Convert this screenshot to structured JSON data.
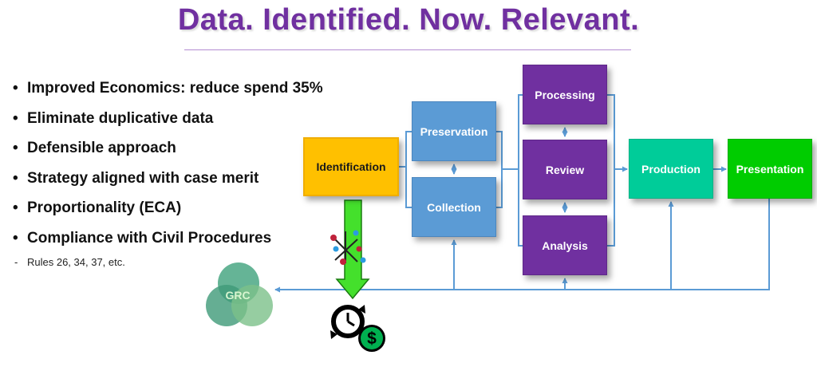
{
  "title": "Data. Identified. Now. Relevant.",
  "bullets": [
    "Improved Economics: reduce spend 35%",
    "Eliminate duplicative data",
    "Defensible approach",
    "Strategy aligned with case merit",
    "Proportionality (ECA)",
    "Compliance with Civil Procedures"
  ],
  "bullet_glyph": "•",
  "sub_dash": "-",
  "sub_bullet": "Rules 26, 34, 37, etc.",
  "stages": {
    "identification": "Identification",
    "preservation": "Preservation",
    "collection": "Collection",
    "processing": "Processing",
    "review": "Review",
    "analysis": "Analysis",
    "production": "Production",
    "presentation": "Presentation"
  },
  "grc_label": "GRC",
  "icons": [
    "green-down-arrow-icon",
    "network-nodes-icon",
    "time-money-icon",
    "grc-venn-icon"
  ],
  "colors": {
    "title": "#7030a0",
    "identification": "#ffc000",
    "preserve_collect": "#5b9bd5",
    "process_review_analysis": "#7030a0",
    "production": "#00cc99",
    "presentation": "#00cc00",
    "connector": "#5b9bd5"
  }
}
